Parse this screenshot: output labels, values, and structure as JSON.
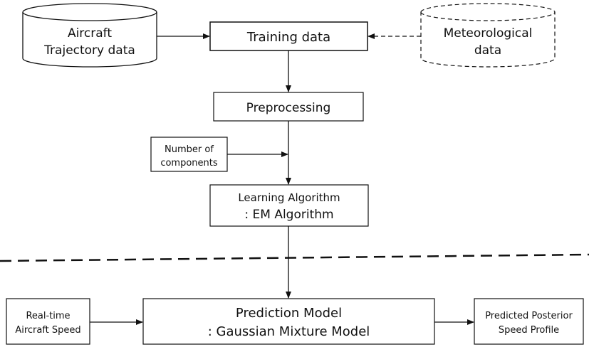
{
  "nodes": {
    "aircraft_trajectory": {
      "lines": [
        "Aircraft",
        "Trajectory data"
      ]
    },
    "training_data": {
      "lines": [
        "Training data"
      ]
    },
    "meteorological": {
      "lines": [
        "Meteorological",
        "data"
      ]
    },
    "preprocessing": {
      "lines": [
        "Preprocessing"
      ]
    },
    "number_of_components": {
      "lines": [
        "Number of",
        "components"
      ]
    },
    "learning_algorithm": {
      "lines": [
        "Learning Algorithm",
        ": EM Algorithm"
      ]
    },
    "realtime_speed": {
      "lines": [
        "Real-time",
        "Aircraft Speed"
      ]
    },
    "prediction_model": {
      "lines": [
        "Prediction Model",
        ": Gaussian Mixture Model"
      ]
    },
    "predicted_profile": {
      "lines": [
        "Predicted Posterior",
        "Speed Profile"
      ]
    }
  },
  "colors": {
    "stroke": "#111111",
    "fill": "#ffffff",
    "text": "#111111"
  }
}
